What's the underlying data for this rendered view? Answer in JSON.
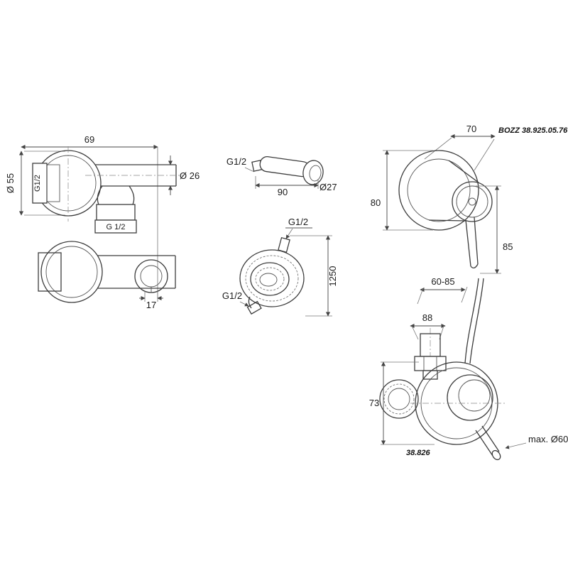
{
  "sheet": {
    "background": "#ffffff",
    "line_color": "#3c3c3c"
  },
  "drawings": {
    "wall_elbow": {
      "dim_width": "69",
      "dim_flange_diameter": "Ø 55",
      "thread_left": "G1/2",
      "dim_pipe_diameter": "Ø 26",
      "thread_bottom": "G 1/2",
      "dim_holder": "17"
    },
    "hand_shower": {
      "thread": "G1/2",
      "dim_length": "90",
      "dim_diameter": "Ø27"
    },
    "hose": {
      "thread_top": "G1/2",
      "dim_length": "1250",
      "thread_bottom": "G1/2"
    },
    "trim": {
      "dim_width": "70",
      "model": "BOZZ 38.925.05.76",
      "dim_height": "80",
      "dim_handle": "85"
    },
    "valve": {
      "dim_depth_range": "60-85",
      "dim_width": "88",
      "dim_height": "73",
      "model": "38.826",
      "dim_max_hole": "max. Ø60"
    }
  }
}
